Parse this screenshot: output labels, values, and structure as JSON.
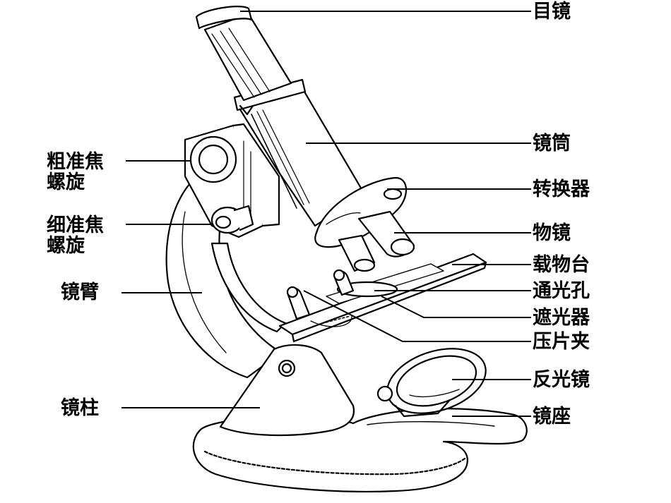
{
  "diagram": {
    "colors": {
      "ink": "#000000",
      "background": "#ffffff",
      "fill": "#ffffff"
    },
    "labels_right": [
      {
        "id": "eyepiece",
        "text": "目镜"
      },
      {
        "id": "tube",
        "text": "镜筒"
      },
      {
        "id": "nosepiece",
        "text": "转换器"
      },
      {
        "id": "objective",
        "text": "物镜"
      },
      {
        "id": "stage",
        "text": "载物台"
      },
      {
        "id": "aperture",
        "text": "通光孔"
      },
      {
        "id": "diaphragm",
        "text": "遮光器"
      },
      {
        "id": "clip",
        "text": "压片夹"
      },
      {
        "id": "mirror",
        "text": "反光镜"
      },
      {
        "id": "base",
        "text": "镜座"
      }
    ],
    "labels_left": [
      {
        "id": "coarse",
        "line1": "粗准焦",
        "line2": "螺旋"
      },
      {
        "id": "fine",
        "line1": "细准焦",
        "line2": "螺旋"
      },
      {
        "id": "arm",
        "text": "镜臂"
      },
      {
        "id": "pillar",
        "text": "镜柱"
      }
    ]
  }
}
